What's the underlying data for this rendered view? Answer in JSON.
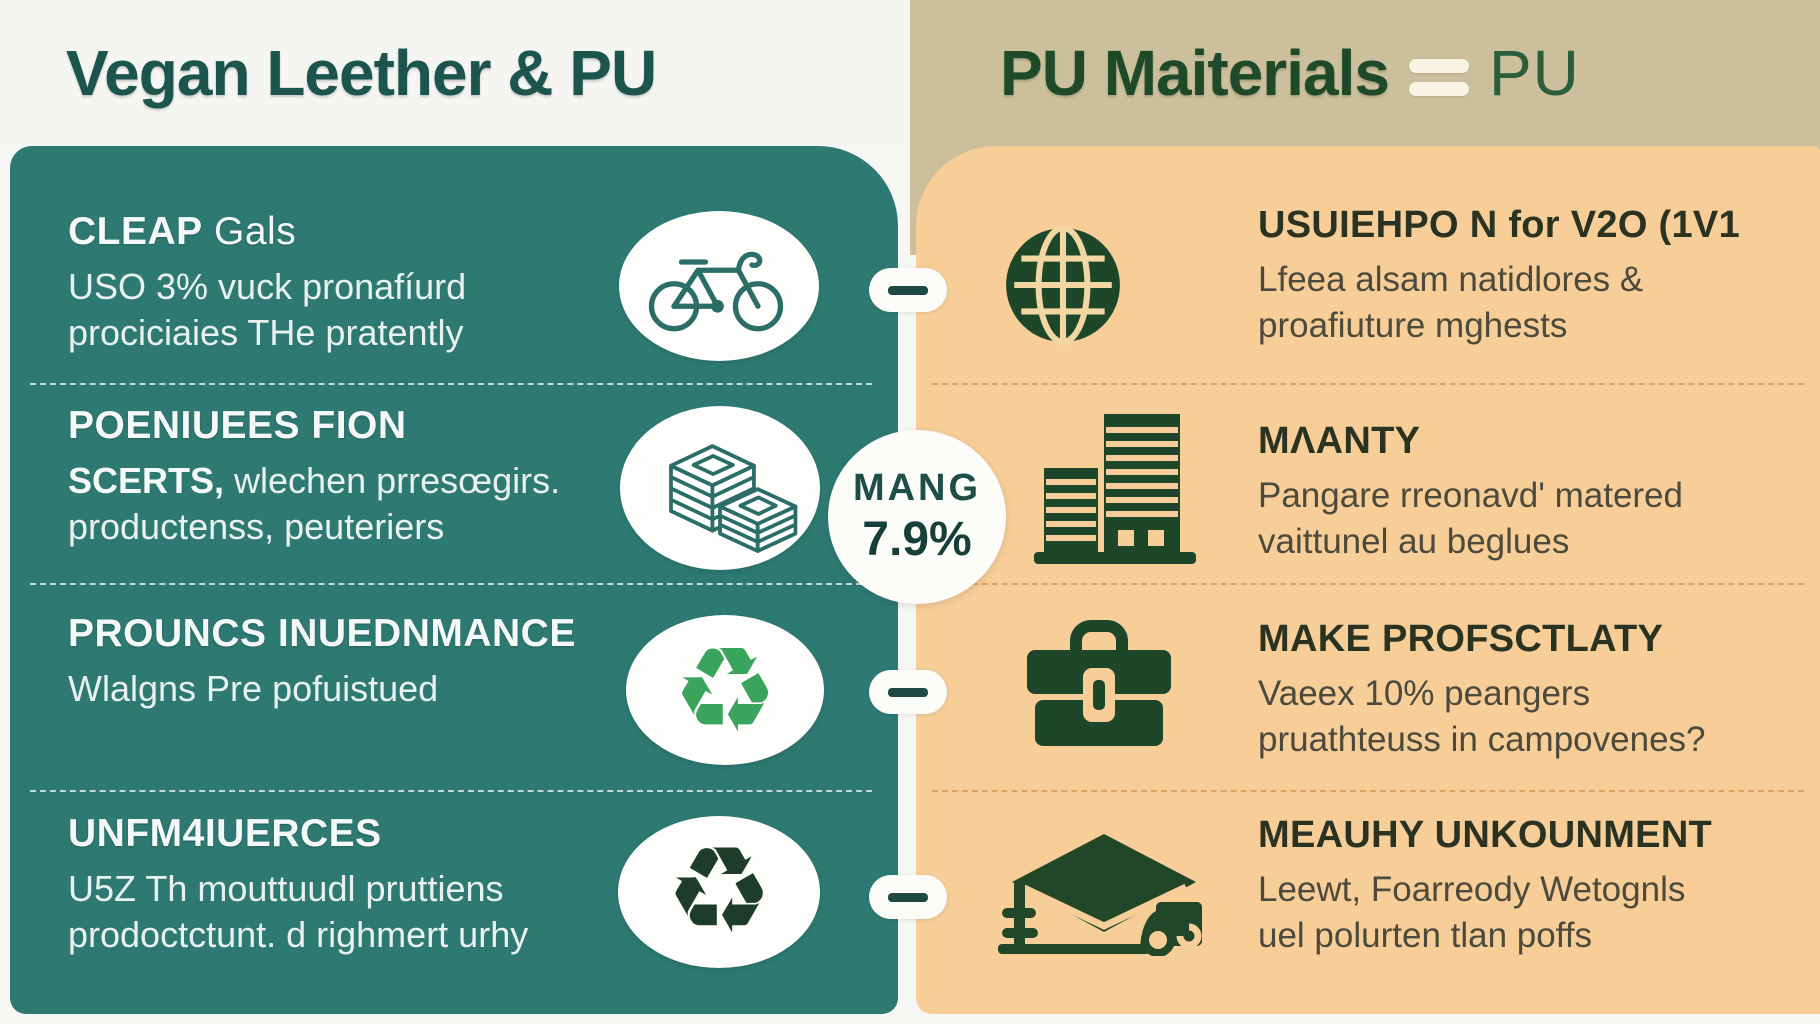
{
  "titles": {
    "left": "Vegan Leether & PU",
    "right_main": "PU Maiterials",
    "right_suffix": "PU"
  },
  "badge": {
    "label": "MANG",
    "value": "7.9%"
  },
  "left_sections": [
    {
      "icon": "bicycle",
      "heading_bold": "CLEAP",
      "heading_rest": " Gals",
      "line1_bold": "",
      "line1": "USO 3% vuck pronafíurd",
      "line2": "prociciaies THe pratently"
    },
    {
      "icon": "money-stack",
      "heading_bold": "POENIUEES FION",
      "heading_rest": "",
      "line1_bold": "SCERTS,",
      "line1": " wlechen prresœgirs.",
      "line2": "productenss, peuteriers"
    },
    {
      "icon": "recycle-green",
      "heading_bold": "PROUNCS INUEDNMANCE",
      "heading_rest": "",
      "line1_bold": "",
      "line1": "Wlalgns Pre pofuistued",
      "line2": ""
    },
    {
      "icon": "recycle-dark",
      "heading_bold": "UNFM4IUERCES",
      "heading_rest": "",
      "line1_bold": "",
      "line1": "U5Z Th mouttuudl pruttiens",
      "line2": "prodoctctunt. d righmert urhy"
    }
  ],
  "right_sections": [
    {
      "icon": "globe",
      "heading": "USUIEHPO N for V2O (1V1",
      "line1": "Lfeea alsam natidlores &",
      "line2": "proafiuture mghests"
    },
    {
      "icon": "buildings",
      "heading": "MΛANTY",
      "line1": "Pangare rreonavd' matered",
      "line2": "vaittunel au beglues"
    },
    {
      "icon": "briefcase",
      "heading": "MAKE PROFSCTLATY",
      "line1": "Vaeex 10% peangers",
      "line2": "pruathteuss in campovenes?"
    },
    {
      "icon": "warehouse-truck",
      "heading": "MEAUHY UNKOUNMENT",
      "line1": "Leewt, Foarreody Wetognls",
      "line2": "uel polurten tlan poffs"
    }
  ],
  "colors": {
    "teal_panel": "#2e7a73",
    "peach_panel": "#f7cd98",
    "khaki_header": "#cbc09b",
    "dark_green": "#1e4629",
    "recycle_green": "#3aa45c",
    "recycle_dark": "#1d3d2a",
    "title_teal": "#1c554e",
    "title_green": "#1e4a2a"
  }
}
